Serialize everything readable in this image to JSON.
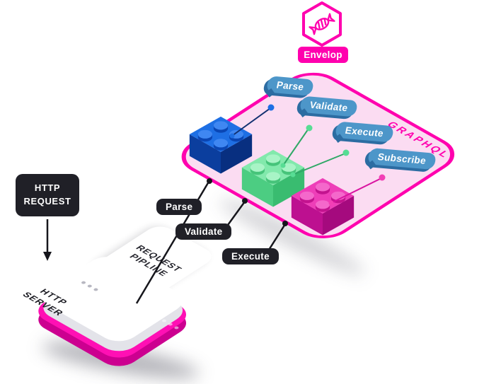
{
  "colors": {
    "accent_magenta": "#FF00AE",
    "hook_tag_blue": "#4D96C9",
    "dark_pill": "#202027",
    "brick_blue": "#1E6FE4",
    "brick_green": "#82E9AC",
    "brick_pink": "#EE3EB8"
  },
  "logo": {
    "icon": "hexagon-candy-icon",
    "label": "Envelop"
  },
  "graphql_panel": {
    "title": "GRAPHQL",
    "hooks": [
      "Parse",
      "Validate",
      "Execute",
      "Subscribe"
    ]
  },
  "pipeline": {
    "stages": [
      "Parse",
      "Validate",
      "Execute"
    ]
  },
  "http_request": {
    "line1": "HTTP",
    "line2": "REQUEST"
  },
  "http_server": {
    "line1": "HTTP",
    "line2": "SERVER"
  },
  "request_pipeline": {
    "line1": "REQUEST",
    "line2": "PIPLINE"
  }
}
